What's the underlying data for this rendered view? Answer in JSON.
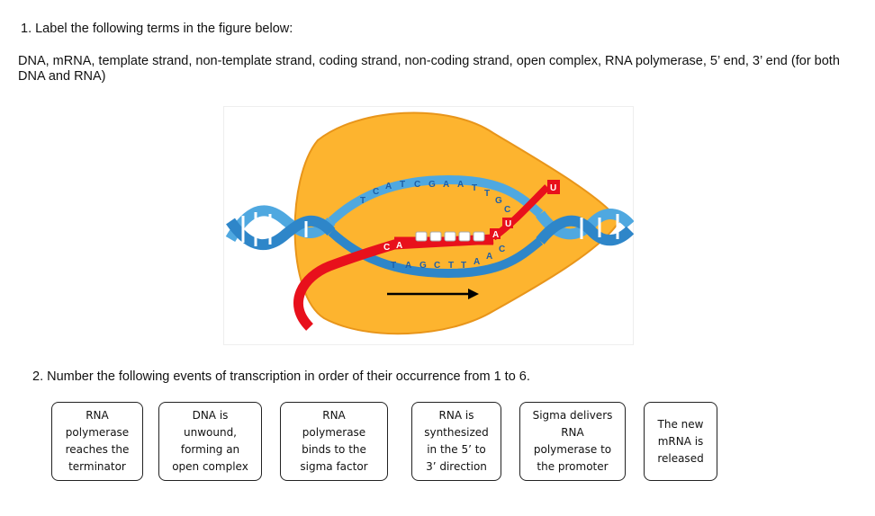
{
  "question1": {
    "title": "1. Label the following terms in the figure below:",
    "terms": "DNA, mRNA, template strand, non-template strand, coding strand, non-coding strand, open complex, RNA polymerase, 5’ end, 3’ end (for both DNA and RNA)"
  },
  "figure": {
    "top_bases": [
      "T",
      "C",
      "A",
      "T",
      "C",
      "G",
      "A",
      "A",
      "T",
      "T",
      "G",
      "C"
    ],
    "bottom_bases": [
      "T",
      "A",
      "G",
      "C",
      "T",
      "T",
      "A",
      "A",
      "C"
    ],
    "rna_bases": [
      "C",
      "A",
      "A",
      "U",
      "U"
    ],
    "colors": {
      "polymerase": "#FDB42F",
      "dna": "#4FA8E0",
      "rna": "#E8101C",
      "arrow": "#000000"
    },
    "icons": [
      "direction-arrow-icon"
    ]
  },
  "question2": {
    "title": "2. Number the following events of transcription in order of their occurrence from 1 to 6.",
    "events": [
      "RNA\npolymerase\nreaches the\nterminator",
      "DNA is\nunwound,\nforming an\nopen complex",
      "RNA\npolymerase\nbinds to the\nsigma factor",
      "RNA is\nsynthesized\nin the 5’ to\n3’ direction",
      "Sigma delivers\nRNA\npolymerase to\nthe promoter",
      "The new\nmRNA is\nreleased"
    ]
  }
}
